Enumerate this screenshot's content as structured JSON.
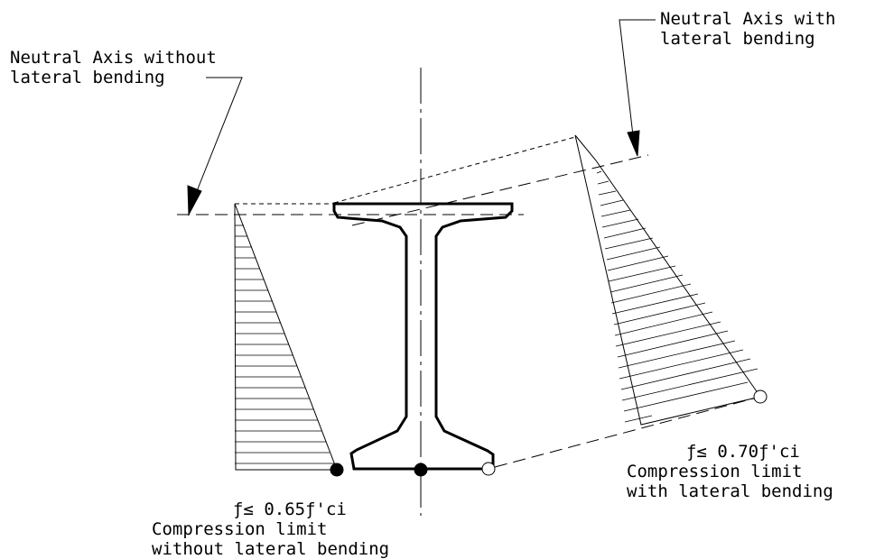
{
  "labels": {
    "na_without_line1": "Neutral Axis without",
    "na_without_line2": "lateral bending",
    "na_with_line1": "Neutral Axis with",
    "na_with_line2": "lateral bending",
    "limit_without_formula": "ƒ≤ 0.65ƒ'ci",
    "limit_without_line1": "Compression limit",
    "limit_without_line2": "without lateral bending",
    "limit_with_formula": "ƒ≤ 0.70ƒ'ci",
    "limit_with_line1": "Compression limit",
    "limit_with_line2": "with lateral bending"
  },
  "colors": {
    "ink": "#000000",
    "background": "#ffffff"
  }
}
